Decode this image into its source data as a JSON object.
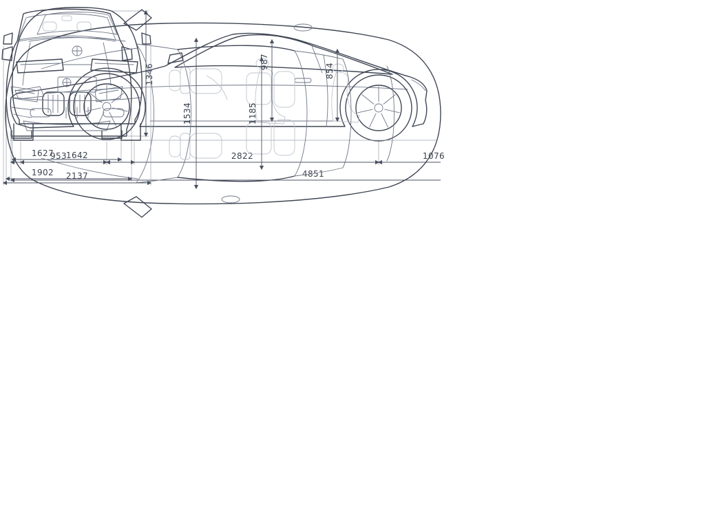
{
  "page": {
    "background": "#ffffff"
  },
  "colors": {
    "car_line": "#3f4654",
    "detail_line": "#6e7686",
    "ghost_line": "#bfc5ce",
    "dimension_line": "#4a5160",
    "label_text": "#3a404c"
  },
  "views": {
    "front": {
      "name": "front-view",
      "dimensions": {
        "height": "1346",
        "front_track": "1627",
        "width": "1902"
      }
    },
    "side": {
      "name": "side-view",
      "dimensions": {
        "front_headroom": "987",
        "rear_headroom": "854",
        "front_overhang": "953",
        "wheelbase": "2822",
        "rear_overhang": "1076",
        "overall_length": "4851"
      }
    },
    "top": {
      "name": "top-view",
      "dimensions": {
        "front_interior_width": "1534",
        "rear_interior_width": "1185"
      }
    },
    "rear": {
      "name": "rear-view",
      "dimensions": {
        "rear_track": "1642",
        "width_incl_mirrors": "2137"
      }
    }
  }
}
